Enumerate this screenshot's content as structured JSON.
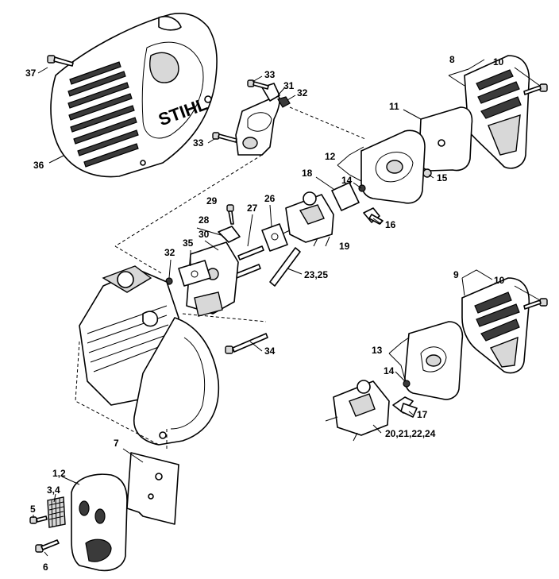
{
  "brand": "STIHL",
  "labels": {
    "l37": "37",
    "l36": "36",
    "l33a": "33",
    "l31": "31",
    "l32a": "32",
    "l33b": "33",
    "l8": "8",
    "l10a": "10",
    "l11": "11",
    "l12": "12",
    "l14a": "14",
    "l15": "15",
    "l18": "18",
    "l29": "29",
    "l26": "26",
    "l27": "27",
    "l28": "28",
    "l30": "30",
    "l16": "16",
    "l19": "19",
    "l32b": "32",
    "l35": "35",
    "l23_25": "23,25",
    "l9": "9",
    "l10b": "10",
    "l13": "13",
    "l14b": "14",
    "l34": "34",
    "l17": "17",
    "l20_24": "20,21,22,24",
    "l7": "7",
    "l1_2": "1,2",
    "l3_4": "3,4",
    "l5": "5",
    "l6": "6"
  }
}
